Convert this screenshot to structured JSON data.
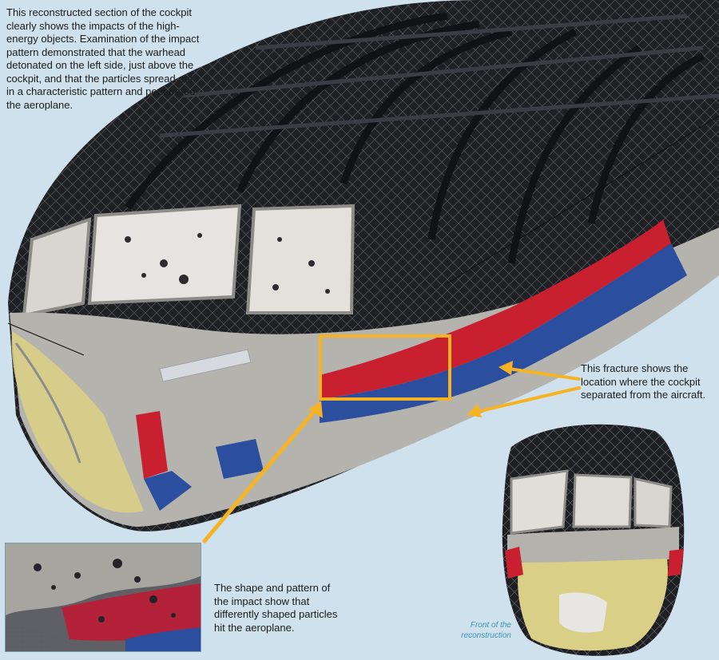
{
  "captions": {
    "main": "This reconstructed section of the cockpit clearly shows the impacts of the high-energy objects. Examination of the impact pattern demonstrated that the warhead detonated on the left side, just above the cockpit, and that the particles spread out in a characteristic pattern and penetrated the aeroplane.",
    "fracture": "This fracture shows the location where the cockpit separated from the aircraft.",
    "shape": "The shape and pattern of the impact show that differently shaped particles hit the aeroplane.",
    "front": "Front of the reconstruction"
  },
  "colors": {
    "background": "#cfe1ec",
    "callout": "#f5b323",
    "livery_red": "#c8202f",
    "livery_blue": "#2b4f9e",
    "fuselage": "#b8b6b2",
    "frame": "#2a2a2e",
    "caption_text": "#1a1a1a",
    "label_blue": "#3a93b8"
  }
}
